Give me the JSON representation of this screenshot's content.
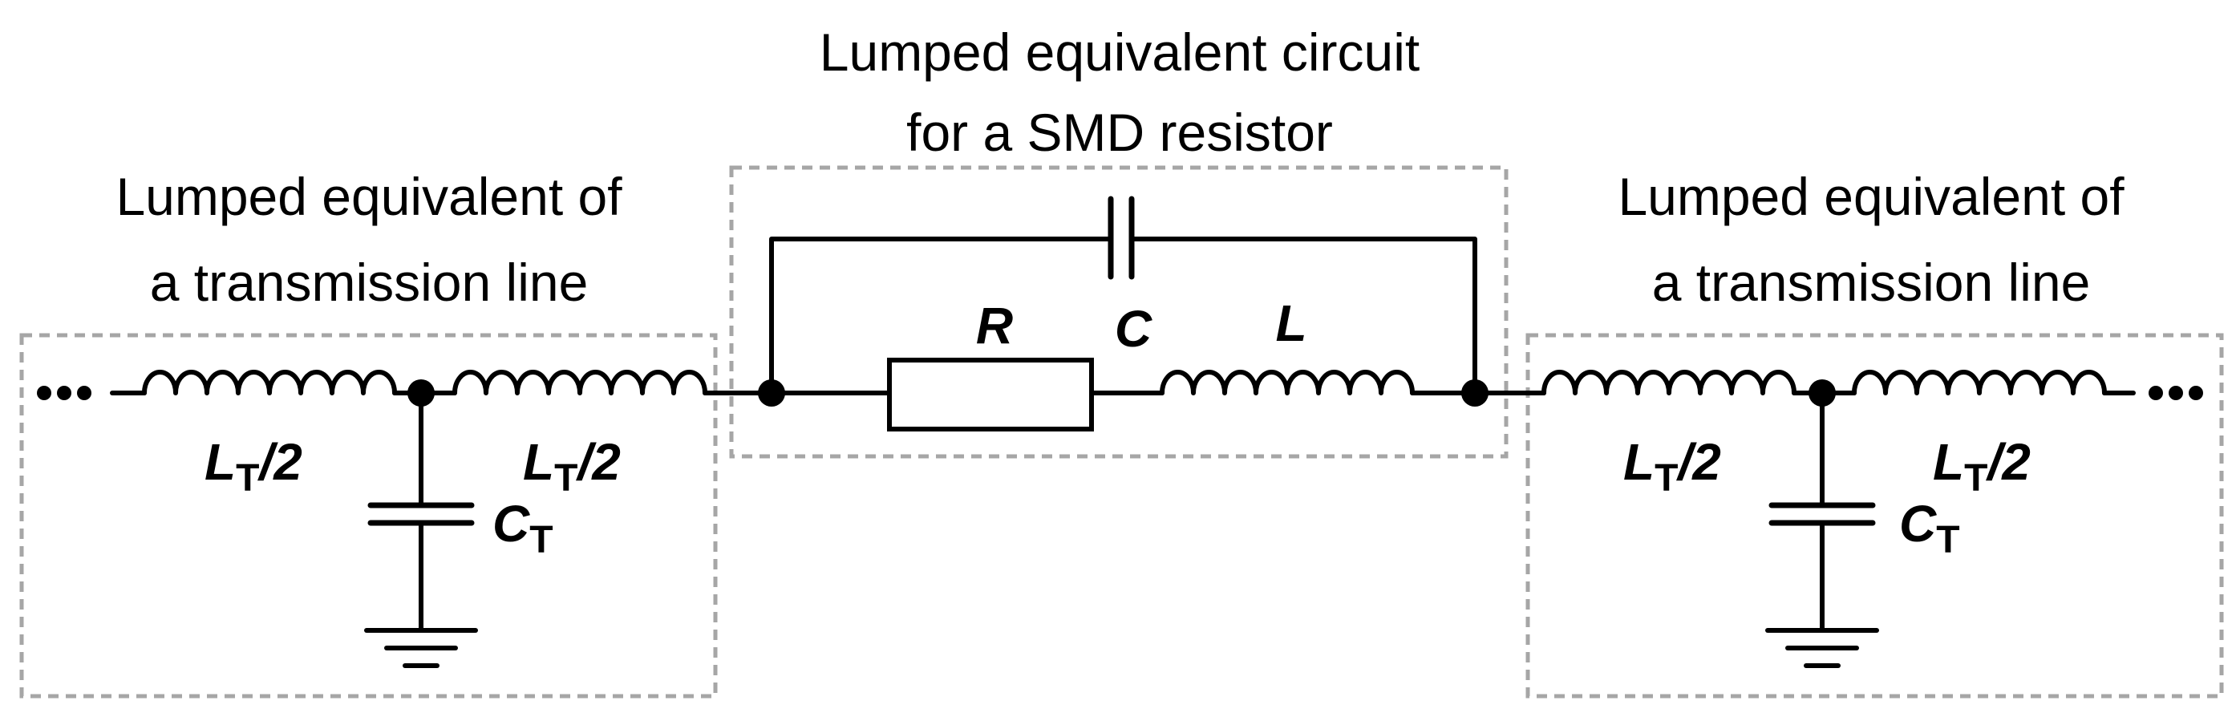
{
  "captions": {
    "left_line1": "Lumped equivalent of",
    "left_line2": "a transmission line",
    "center_line1": "Lumped equivalent circuit",
    "center_line2": "for a SMD resistor",
    "right_line1": "Lumped equivalent of",
    "right_line2": "a transmission line"
  },
  "labels": {
    "resistor": "R",
    "capacitor": "C",
    "inductor": "L",
    "line_inductor_main": "L",
    "line_inductor_sub": "T",
    "line_inductor_tail": "/2",
    "line_capacitor_main": "C",
    "line_capacitor_sub": "T"
  },
  "colors": {
    "ink": "#000000",
    "dashed_box": "#a6a6a6"
  }
}
